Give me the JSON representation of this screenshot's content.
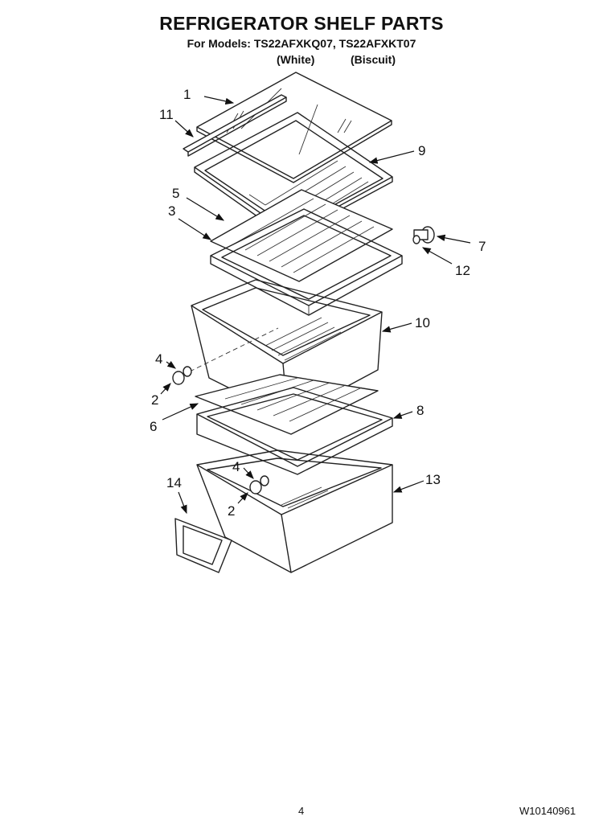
{
  "header": {
    "title": "REFRIGERATOR SHELF PARTS",
    "models": "For Models: TS22AFXKQ07, TS22AFXKT07",
    "variant_white": "(White)",
    "variant_biscuit": "(Biscuit)"
  },
  "callouts": {
    "c1": "1",
    "c11": "11",
    "c9": "9",
    "c5": "5",
    "c3": "3",
    "c7": "7",
    "c12": "12",
    "c10": "10",
    "c4a": "4",
    "c2a": "2",
    "c6": "6",
    "c8": "8",
    "c4b": "4",
    "c2b": "2",
    "c14": "14",
    "c13": "13"
  },
  "footer": {
    "page_number": "4",
    "doc_number": "W10140961"
  }
}
